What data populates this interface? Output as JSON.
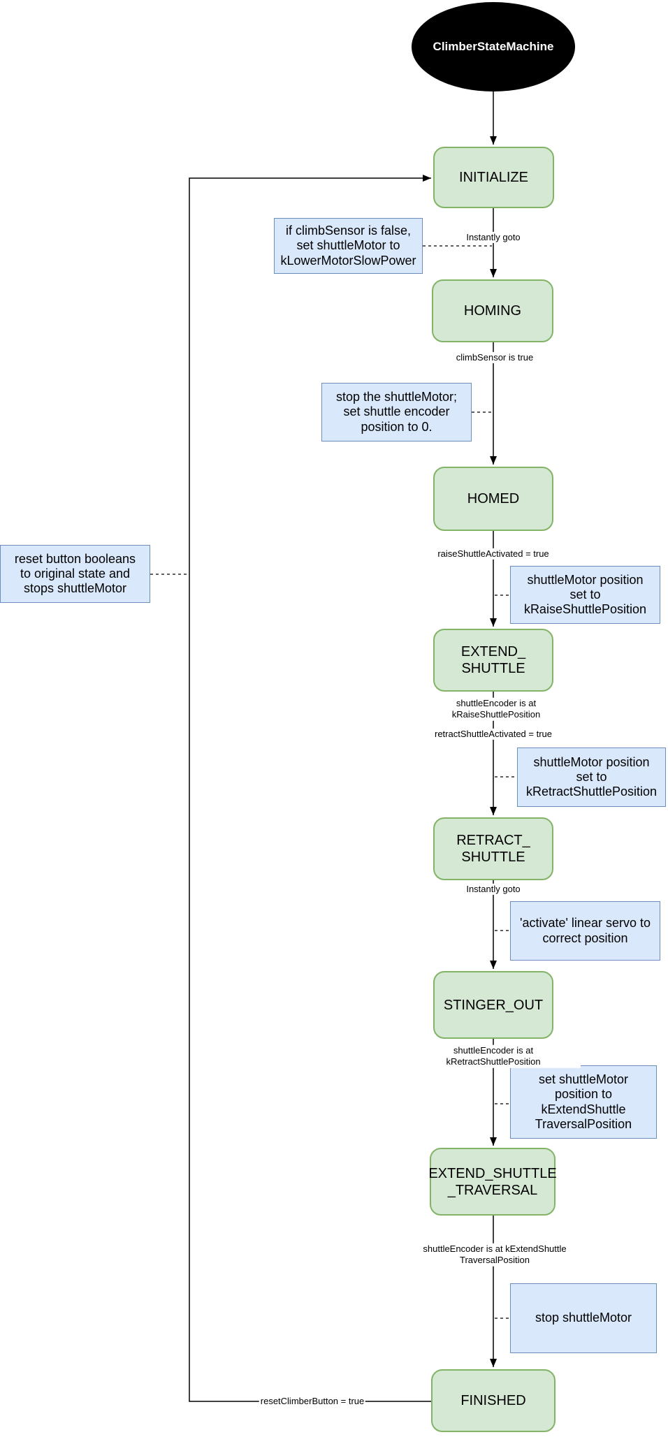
{
  "diagram": {
    "title": "ClimberStateMachine",
    "states": {
      "initialize": "INITIALIZE",
      "homing": "HOMING",
      "homed": "HOMED",
      "extend_shuttle": "EXTEND_\nSHUTTLE",
      "retract_shuttle": "RETRACT_\nSHUTTLE",
      "stinger_out": "STINGER_OUT",
      "extend_shuttle_traversal": "EXTEND_SHUTTLE\n_TRAVERSAL",
      "finished": "FINISHED"
    },
    "transitions": {
      "initialize_to_homing": "Instantly goto",
      "homing_to_homed": "climbSensor is true",
      "homed_to_extend_shuttle": "raiseShuttleActivated = true",
      "extend_shuttle_exit": "shuttleEncoder is at kRaiseShuttlePosition",
      "extend_to_retract_shuttle": "retractShuttleActivated = true",
      "retract_to_stinger_out": "Instantly goto",
      "stinger_out_exit": "shuttleEncoder is at kRetractShuttlePosition",
      "traversal_exit": "shuttleEncoder is at kExtendShuttle\nTraversalPosition",
      "finished_to_initialize": "resetClimberButton = true"
    },
    "notes": {
      "initialize_homing": "if climbSensor is false,\nset shuttleMotor to\nkLowerMotorSlowPower",
      "homing_homed": "stop the shuttleMotor;\nset shuttle encoder\nposition to 0.",
      "homed_extend": "shuttleMotor position\nset to\nkRaiseShuttlePosition",
      "extend_retract": "shuttleMotor position\nset to\nkRetractShuttlePosition",
      "retract_stinger": "'activate' linear servo to\ncorrect position",
      "stinger_traversal": "set shuttleMotor\nposition to\nkExtendShuttle\nTraversalPosition",
      "traversal_finished": "stop shuttleMotor",
      "finished_reset": "reset button booleans\nto original state and\nstops shuttleMotor"
    },
    "colors": {
      "state_fill": "#d5e8d4",
      "state_border": "#82b366",
      "note_fill": "#dae8fc",
      "note_border": "#6c8ebf",
      "start_fill": "#000000",
      "start_text_color": "#ffffff",
      "edge_color": "#000000",
      "text_color": "#000000",
      "background": "#ffffff"
    }
  }
}
